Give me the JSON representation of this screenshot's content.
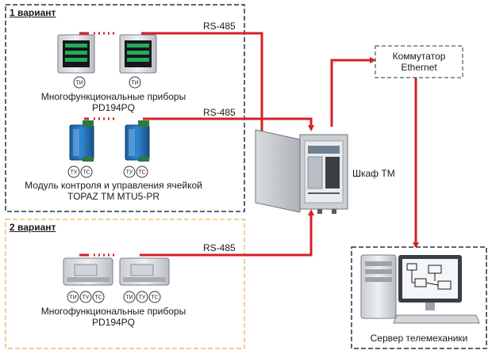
{
  "variant1": {
    "title": "1 вариант"
  },
  "variant2": {
    "title": "2 вариант"
  },
  "bus": {
    "label": "RS-485"
  },
  "meters1": {
    "caption_line1": "Многофункциональные приборы",
    "caption_line2": "PD194PQ"
  },
  "module": {
    "caption_line1": "Модуль контроля и управления ячейкой",
    "caption_line2": "TOPAZ TM MTU5-PR"
  },
  "meters2": {
    "caption_line1": "Многофункциональные приборы",
    "caption_line2": "PD194PQ"
  },
  "cabinet": {
    "label": "Шкаф ТМ"
  },
  "switch": {
    "line1": "Коммутатор",
    "line2": "Ethernet"
  },
  "server": {
    "label": "Сервер телемеханики"
  },
  "badges": {
    "ti": "ТИ",
    "tu": "ТУ",
    "ts": "ТС"
  },
  "colors": {
    "link": "#d42027",
    "frame1": "#2b2f4a",
    "frame2": "#e8c070",
    "module": "#1f6fb5"
  }
}
